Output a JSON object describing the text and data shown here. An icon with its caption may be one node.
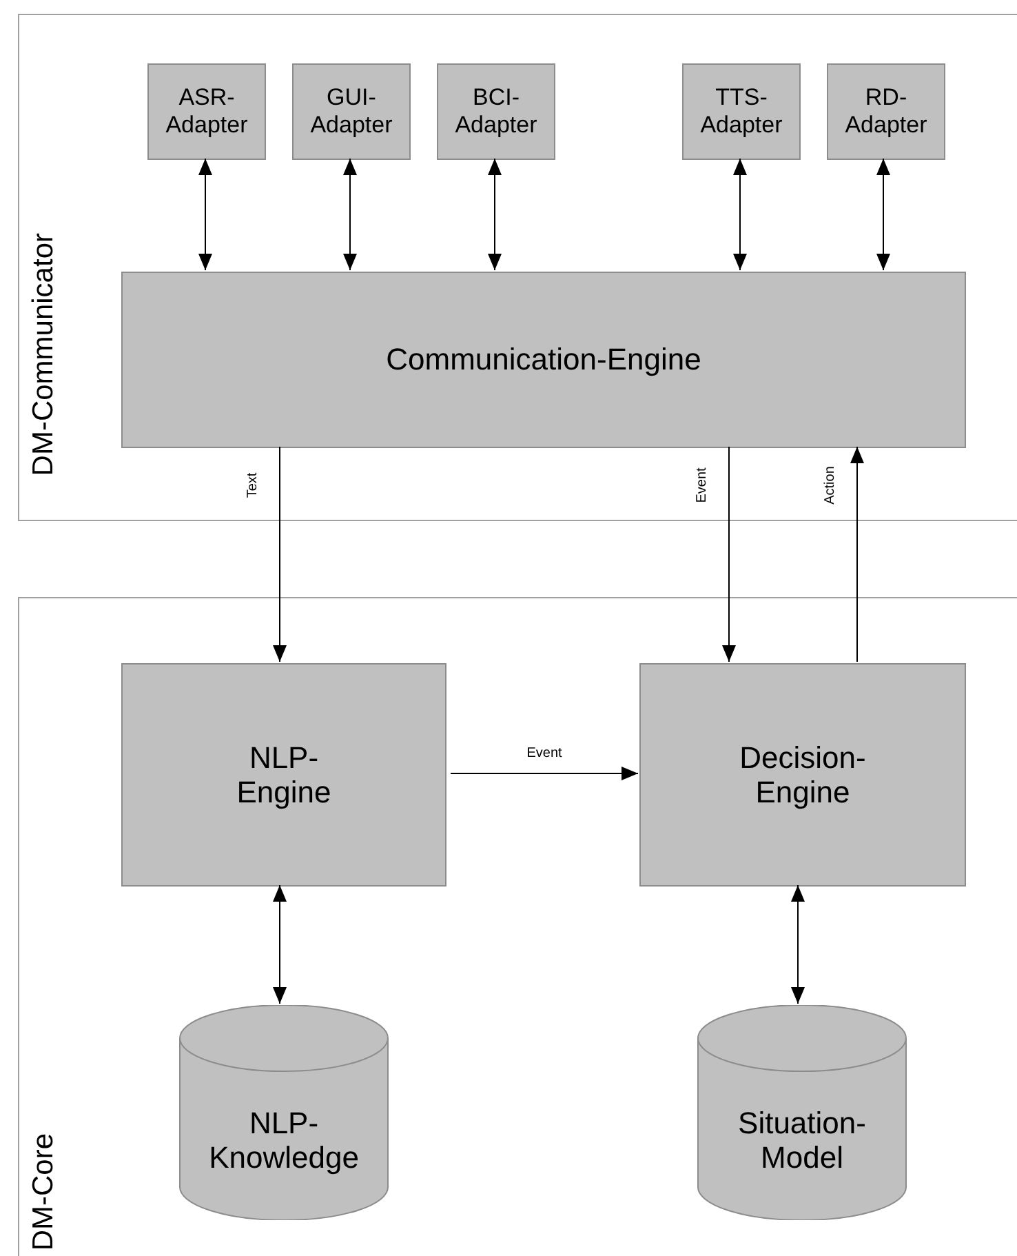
{
  "diagram": {
    "nodes": [
      {
        "text": [
          "DM-Communicator"
        ]
      },
      {
        "text": [
          "ASR- Adapter"
        ],
        "in": 0
      },
      {
        "text": [
          "GUI- Adapter"
        ],
        "in": 0
      },
      {
        "text": [
          "BCI- Adapter"
        ],
        "in": 0
      },
      {
        "text": [
          "TTS- Adapter"
        ],
        "in": 0
      },
      {
        "text": [
          "RD- Adapter"
        ],
        "in": 0
      },
      {
        "text": [
          "Communication-Engine"
        ],
        "in": 0
      },
      {
        "text": [
          "DM-Core"
        ]
      },
      {
        "text": [
          "NLP- Engine"
        ],
        "in": 7
      },
      {
        "text": [
          "Decision- Engine"
        ],
        "in": 7
      },
      {
        "text": [
          "NLP- Knowledge"
        ],
        "in": 7
      },
      {
        "text": [
          "Situation- Model"
        ],
        "in": 7
      }
    ],
    "edges": [
      {
        "from": 1,
        "to": 6,
        "arrow": "both"
      },
      {
        "from": 2,
        "to": 6,
        "arrow": "both"
      },
      {
        "from": 3,
        "to": 6,
        "arrow": "both"
      },
      {
        "from": 4,
        "to": 6,
        "arrow": "both"
      },
      {
        "from": 5,
        "to": 6,
        "arrow": "both"
      },
      {
        "from": 6,
        "to": 8,
        "arrow": "to",
        "label": "Text"
      },
      {
        "from": 6,
        "to": 9,
        "arrow": "to",
        "label": "Event"
      },
      {
        "from": 9,
        "to": 6,
        "arrow": "to",
        "label": "Action"
      },
      {
        "from": 8,
        "to": 9,
        "arrow": "to",
        "label": "Event"
      },
      {
        "from": 8,
        "to": 10,
        "arrow": "both"
      },
      {
        "from": 9,
        "to": 11,
        "arrow": "both"
      }
    ]
  }
}
